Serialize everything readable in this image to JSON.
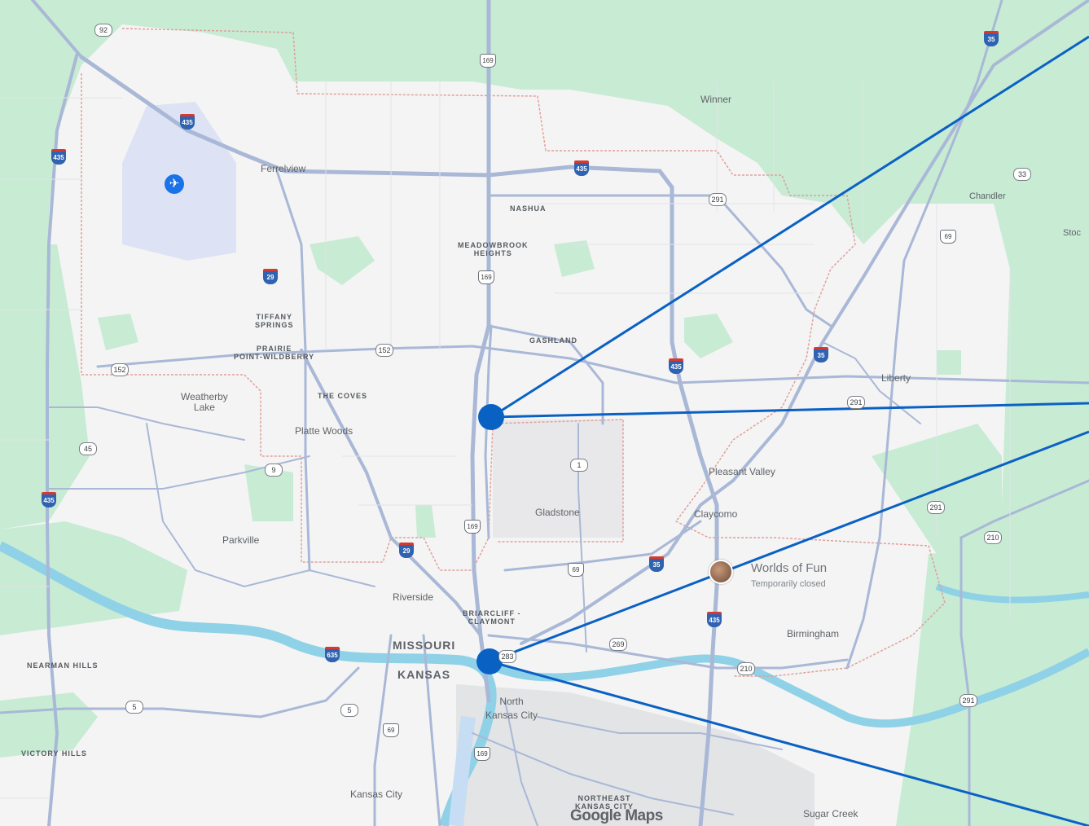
{
  "map": {
    "watermark": "Google Maps",
    "state_labels": {
      "missouri": "MISSOURI",
      "kansas": "KANSAS"
    },
    "places": {
      "winner": "Winner",
      "ferrelview": "Ferrelview",
      "nashua": "NASHUA",
      "meadowbrook": "MEADOWBROOK\nHEIGHTS",
      "chandler": "Chandler",
      "stoc": "Stoc",
      "tiffany": "TIFFANY\nSPRINGS",
      "prairie": "PRAIRIE\nPOINT-WILDBERRY",
      "gashland": "GASHLAND",
      "liberty": "Liberty",
      "weatherby": "Weatherby\nLake",
      "coves": "THE COVES",
      "platte": "Platte Woods",
      "pleasant": "Pleasant Valley",
      "gladstone": "Gladstone",
      "claycomo": "Claycomo",
      "parkville": "Parkville",
      "riverside": "Riverside",
      "briarcliff": "BRIARCLIFF -\nCLAYMONT",
      "birmingham": "Birmingham",
      "nearman": "NEARMAN HILLS",
      "north_kc": "North\nKansas City",
      "victory": "VICTORY HILLS",
      "kansas_city": "Kansas City",
      "northeast": "NORTHEAST\nKANSAS CITY",
      "sugar_creek": "Sugar Creek"
    },
    "poi": {
      "name": "Worlds of Fun",
      "status": "Temporarily closed"
    },
    "state_routes": {
      "r92": "92",
      "r291a": "291",
      "r33": "33",
      "r152a": "152",
      "r152b": "152",
      "r291b": "291",
      "r45": "45",
      "r9": "9",
      "r1": "1",
      "r291c": "291",
      "r210a": "210",
      "r269": "269",
      "r210b": "210",
      "r291d": "291",
      "r5a": "5",
      "r5b": "5",
      "r283": "283"
    },
    "us_routes": {
      "u169a": "169",
      "u69a": "69",
      "u169b": "169",
      "u169c": "169",
      "u69b": "69",
      "u69c": "69",
      "u169d": "169"
    },
    "interstates": {
      "i435a": "435",
      "i435b": "435",
      "i435c": "435",
      "i435d": "435",
      "i435e": "435",
      "i435f": "435",
      "i29a": "29",
      "i29b": "29",
      "i35a": "35",
      "i35b": "35",
      "i35c": "35",
      "i635": "635"
    },
    "colors": {
      "marker": "#0a61c4",
      "callout_line": "#0a61c4",
      "park": "#c8ebd4",
      "water": "#8fd1e6",
      "airport_area": "#dde3f5",
      "road": "#a9b8d6",
      "background": "#f4f4f4"
    }
  }
}
